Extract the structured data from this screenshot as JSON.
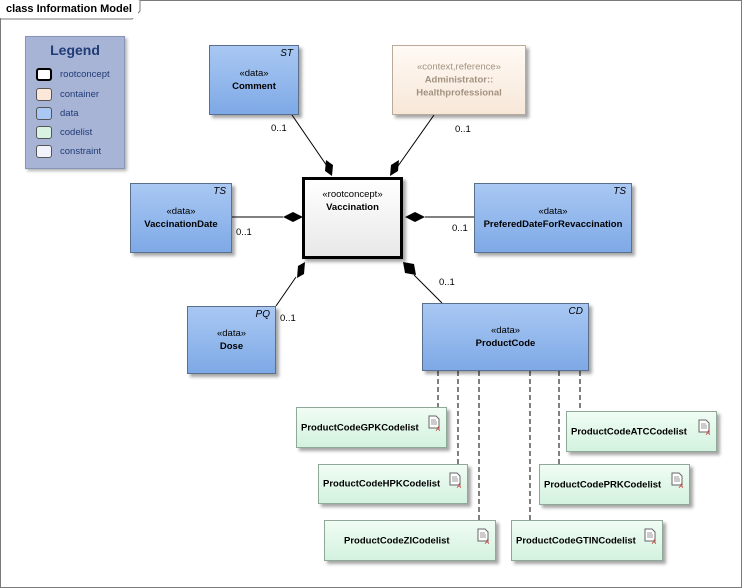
{
  "frame": {
    "title": "class Information Model"
  },
  "legend": {
    "title": "Legend",
    "items": [
      {
        "label": "rootconcept",
        "color": "#ffffff"
      },
      {
        "label": "container",
        "color": "#fbe8d8"
      },
      {
        "label": "data",
        "color": "#a9c8f3"
      },
      {
        "label": "codelist",
        "color": "#d9f3e3"
      },
      {
        "label": "constraint",
        "color": "#f2f2fb"
      }
    ]
  },
  "classes": {
    "vaccination": {
      "stereotype": "«rootconcept»",
      "name": "Vaccination"
    },
    "comment": {
      "stereotype": "«data»",
      "name": "Comment",
      "type": "ST"
    },
    "administrator": {
      "stereotype": "«context,reference»",
      "name_line1": "Administrator::",
      "name_line2": "Healthprofessional"
    },
    "vaccination_date": {
      "stereotype": "«data»",
      "name": "VaccinationDate",
      "type": "TS"
    },
    "prefered_date": {
      "stereotype": "«data»",
      "name": "PreferedDateForRevaccination",
      "type": "TS"
    },
    "dose": {
      "stereotype": "«data»",
      "name": "Dose",
      "type": "PQ"
    },
    "product_code": {
      "stereotype": "«data»",
      "name": "ProductCode",
      "type": "CD"
    }
  },
  "codelists": {
    "gpk": "ProductCodeGPKCodelist",
    "hpk": "ProductCodeHPKCodelist",
    "zi": "ProductCodeZICodelist",
    "atc": "ProductCodeATCCodelist",
    "prk": "ProductCodePRKCodelist",
    "gtin": "ProductCodeGTINCodelist"
  },
  "multiplicities": {
    "comment": "0..1",
    "administrator": "0..1",
    "vaccination_date": "0..1",
    "prefered_date": "0..1",
    "dose": "0..1",
    "product_code": "0..1"
  }
}
